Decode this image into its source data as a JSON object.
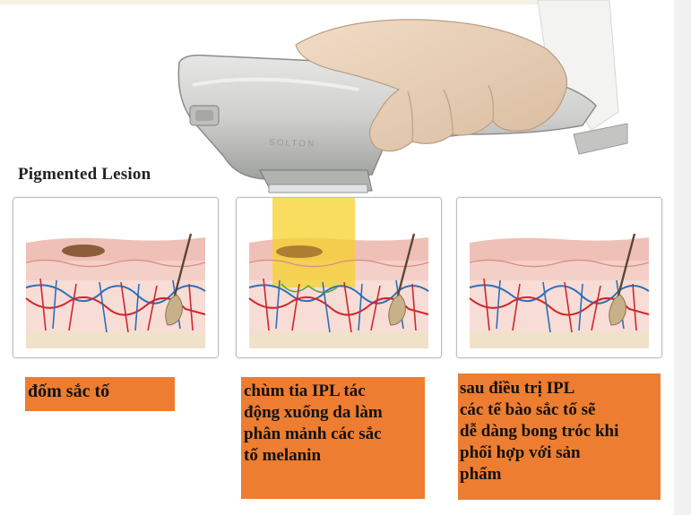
{
  "heading": "Pigmented Lesion",
  "device": {
    "brand_text": "SOLTON"
  },
  "captions": [
    {
      "text": "đốm sắc tố"
    },
    {
      "text": "chùm tia IPL tác\nđộng xuống da làm\nphân mảnh các sắc\ntố melanin"
    },
    {
      "text": "sau điều trị IPL\ncác tế bào sắc tố sẽ\ndễ dàng bong tróc khi\nphối hợp với sản\nphẩm"
    }
  ],
  "colors": {
    "caption_bg": "#ed7d31",
    "ipl_beam": "#f5d22a",
    "pigment": "#7a4a22",
    "artery": "#d0262b",
    "vein": "#2d6fb8",
    "skin_top": "#f1bfb8"
  },
  "icons": {
    "handpiece": "ipl-handpiece-illustration",
    "skin": "skin-cross-section-illustration"
  }
}
